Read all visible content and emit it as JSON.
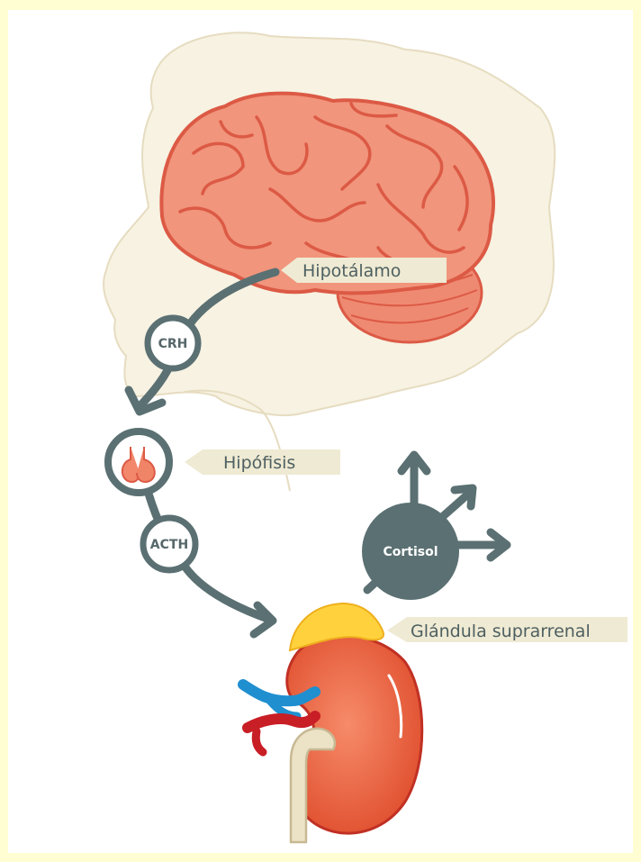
{
  "labels": {
    "hypothalamus": "Hipotálamo",
    "pituitary": "Hipófisis",
    "adrenal": "Glándula suprarrenal"
  },
  "nodes": {
    "crh": "CRH",
    "acth": "ACTH",
    "cortisol": "Cortisol"
  },
  "colors": {
    "background": "#fefed2",
    "arrow": "#5b7072",
    "brain_fill": "#f1957c",
    "brain_stroke": "#dc5a45",
    "label_tag": "#efead3",
    "adrenal_gland": "#ffd23d",
    "kidney": "#ec5e40",
    "artery": "#c81e26",
    "vein": "#1f8fd0",
    "ureter": "#ece2c6"
  }
}
